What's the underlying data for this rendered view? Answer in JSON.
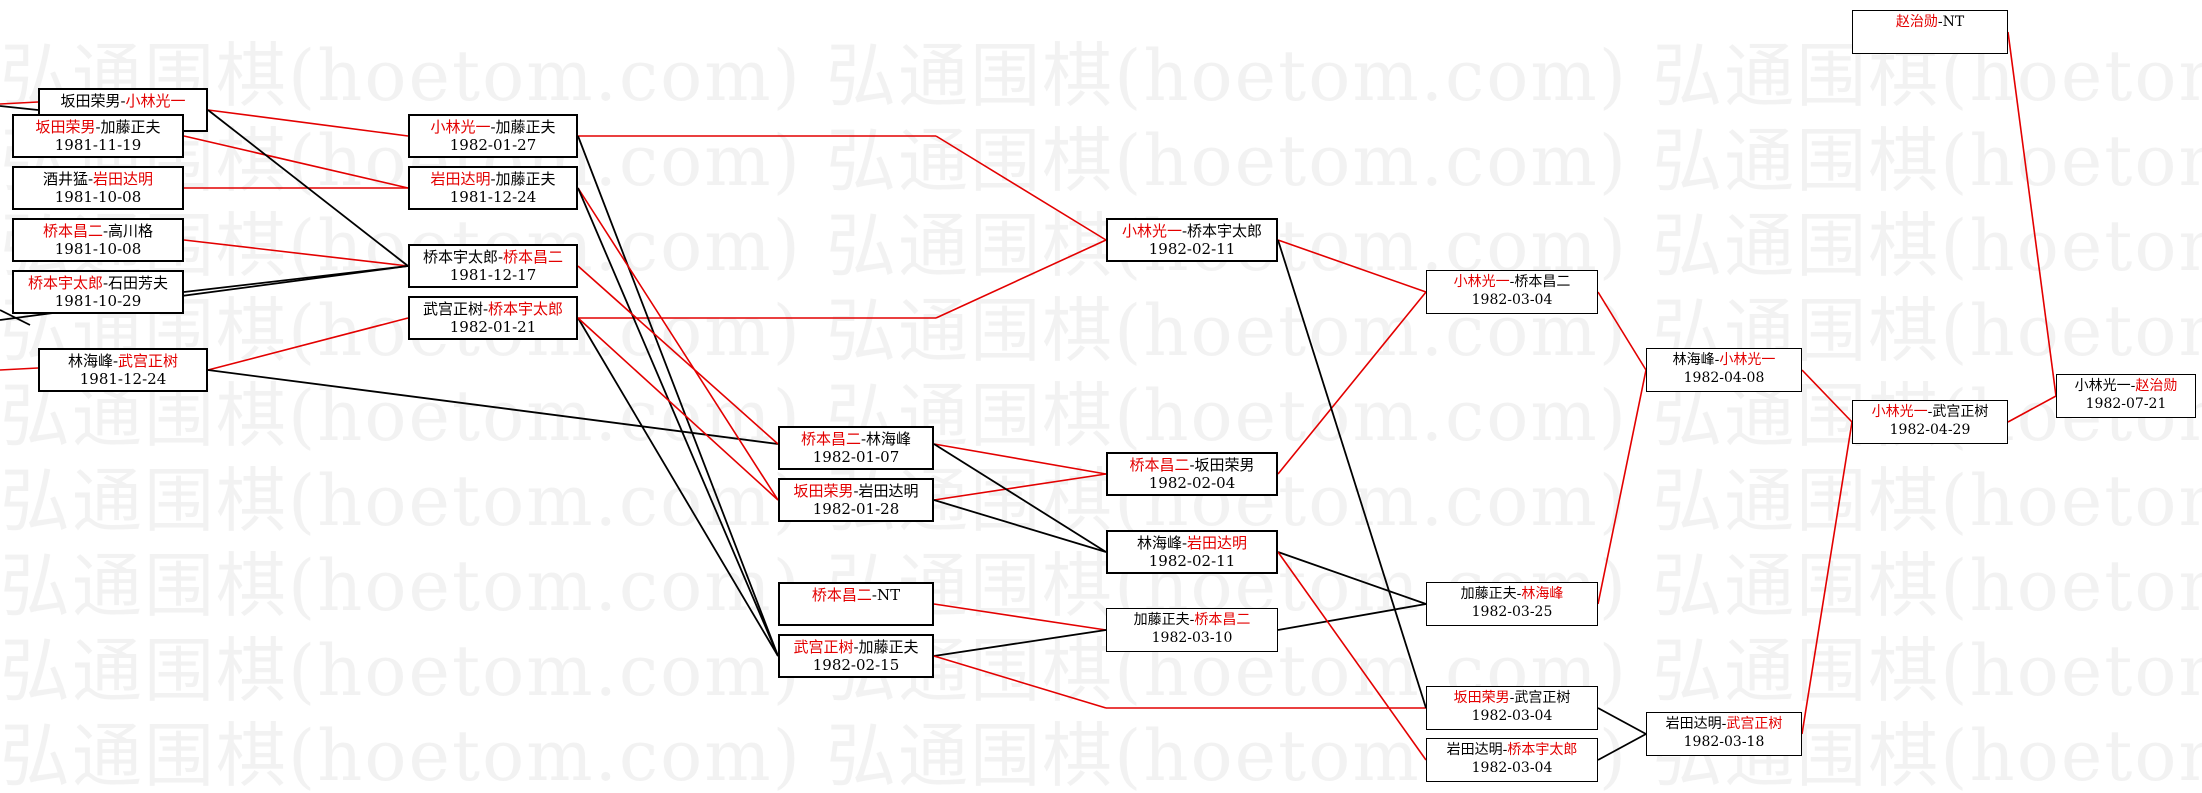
{
  "watermark": {
    "text": "弘通围棋(hoetom.com) 弘通围棋(hoetom.com) 弘通围棋(hoetom.com) 弘通围棋(hoetom.com) 弘通围棋(hoetom.com)"
  },
  "colors": {
    "winner": "#e30000",
    "loser": "#000000",
    "red_line": "#e30000",
    "black_line": "#000000"
  },
  "matches": {
    "m_r1_1": {
      "p1": "坂田荣男",
      "sep": "-",
      "p2": "小林光一",
      "winner": 2,
      "date": ""
    },
    "m_r1_2": {
      "p1": "坂田荣男",
      "sep": "-",
      "p2": "加藤正夫",
      "winner": 1,
      "date": "1981-11-19"
    },
    "m_r1_3": {
      "p1": "酒井猛",
      "sep": "-",
      "p2": "岩田达明",
      "winner": 2,
      "date": "1981-10-08"
    },
    "m_r1_4": {
      "p1": "桥本昌二",
      "sep": "-",
      "p2": "高川格",
      "winner": 1,
      "date": "1981-10-08"
    },
    "m_r1_5": {
      "p1": "桥本宇太郎",
      "sep": "-",
      "p2": "石田芳夫",
      "winner": 1,
      "date": "1981-10-29"
    },
    "m_r1_6": {
      "p1": "林海峰",
      "sep": "-",
      "p2": "武宫正树",
      "winner": 2,
      "date": "1981-12-24"
    },
    "m_r2_1": {
      "p1": "小林光一",
      "sep": "-",
      "p2": "加藤正夫",
      "winner": 1,
      "date": "1982-01-27"
    },
    "m_r2_2": {
      "p1": "岩田达明",
      "sep": "-",
      "p2": "加藤正夫",
      "winner": 1,
      "date": "1981-12-24"
    },
    "m_r2_3": {
      "p1": "桥本宇太郎",
      "sep": "-",
      "p2": "桥本昌二",
      "winner": 2,
      "date": "1981-12-17"
    },
    "m_r2_4": {
      "p1": "武宫正树",
      "sep": "-",
      "p2": "桥本宇太郎",
      "winner": 2,
      "date": "1982-01-21"
    },
    "m_r3_1": {
      "p1": "桥本昌二",
      "sep": "-",
      "p2": "林海峰",
      "winner": 1,
      "date": "1982-01-07"
    },
    "m_r3_2": {
      "p1": "坂田荣男",
      "sep": "-",
      "p2": "岩田达明",
      "winner": 1,
      "date": "1982-01-28"
    },
    "m_r3_3": {
      "p1": "桥本昌二",
      "sep": "-",
      "p2": "NT",
      "winner": 1,
      "date": ""
    },
    "m_r3_4": {
      "p1": "武宫正树",
      "sep": "-",
      "p2": "加藤正夫",
      "winner": 1,
      "date": "1982-02-15"
    },
    "m_r4_1": {
      "p1": "小林光一",
      "sep": "-",
      "p2": "桥本宇太郎",
      "winner": 1,
      "date": "1982-02-11"
    },
    "m_r4_2": {
      "p1": "桥本昌二",
      "sep": "-",
      "p2": "坂田荣男",
      "winner": 1,
      "date": "1982-02-04"
    },
    "m_r4_3": {
      "p1": "林海峰",
      "sep": "-",
      "p2": "岩田达明",
      "winner": 2,
      "date": "1982-02-11"
    },
    "m_r4_4": {
      "p1": "加藤正夫",
      "sep": "-",
      "p2": "桥本昌二",
      "winner": 2,
      "date": "1982-03-10"
    },
    "m_r5_1": {
      "p1": "小林光一",
      "sep": "-",
      "p2": "桥本昌二",
      "winner": 1,
      "date": "1982-03-04"
    },
    "m_r5_2": {
      "p1": "加藤正夫",
      "sep": "-",
      "p2": "林海峰",
      "winner": 2,
      "date": "1982-03-25"
    },
    "m_r5_3": {
      "p1": "坂田荣男",
      "sep": "-",
      "p2": "武宫正树",
      "winner": 1,
      "date": "1982-03-04"
    },
    "m_r5_4": {
      "p1": "岩田达明",
      "sep": "-",
      "p2": "桥本宇太郎",
      "winner": 2,
      "date": "1982-03-04"
    },
    "m_r6_1": {
      "p1": "林海峰",
      "sep": "-",
      "p2": "小林光一",
      "winner": 2,
      "date": "1982-04-08"
    },
    "m_r6_2": {
      "p1": "岩田达明",
      "sep": "-",
      "p2": "武宫正树",
      "winner": 2,
      "date": "1982-03-18"
    },
    "m_r7_1": {
      "p1": "小林光一",
      "sep": "-",
      "p2": "武宫正树",
      "winner": 1,
      "date": "1982-04-29"
    },
    "m_r8_1": {
      "p1": "赵治勋",
      "sep": "-",
      "p2": "NT",
      "winner": 1,
      "date": ""
    },
    "m_final": {
      "p1": "小林光一",
      "sep": "-",
      "p2": "赵治勋",
      "winner": 2,
      "date": "1982-07-21"
    }
  }
}
